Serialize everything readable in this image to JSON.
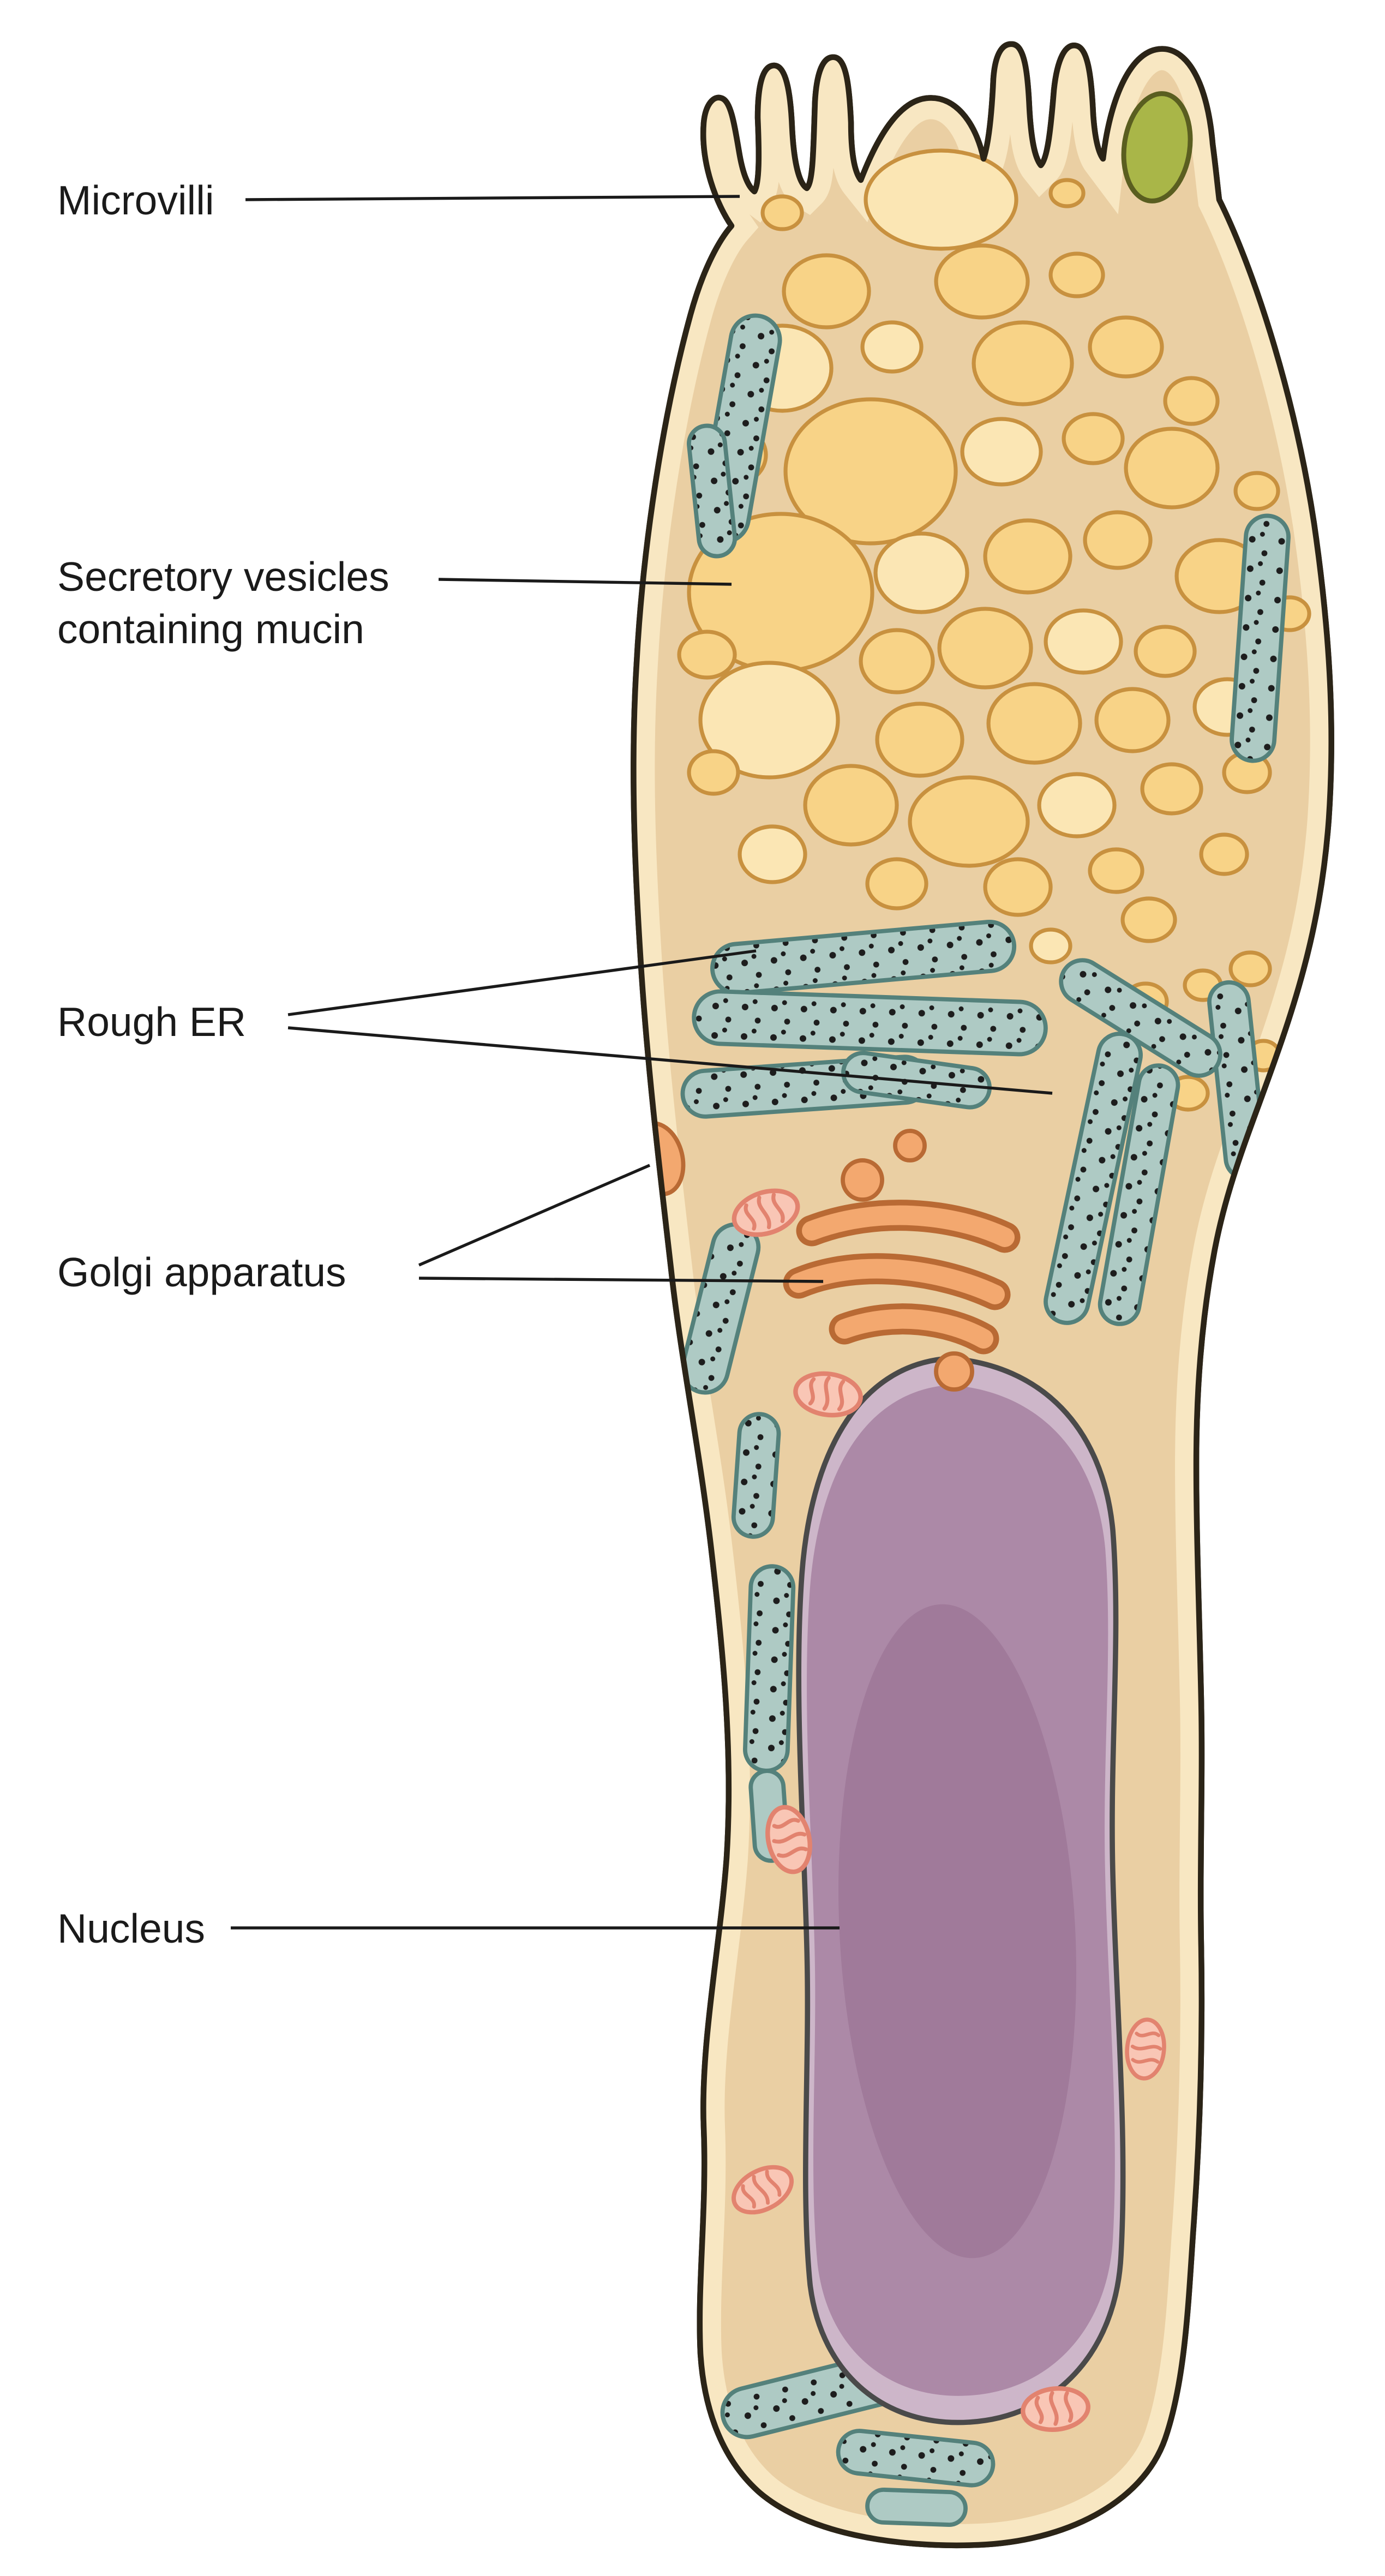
{
  "figure": {
    "labels": {
      "microvilli": "Microvilli",
      "secretory_vesicles_line1": "Secretory vesicles",
      "secretory_vesicles_line2": "containing mucin",
      "rough_er": "Rough ER",
      "golgi_apparatus": "Golgi apparatus",
      "nucleus": "Nucleus"
    },
    "colors": {
      "background": "#ffffff",
      "membrane_outline": "#2b2417",
      "cytoplasm": "#eacfa3",
      "cytoplasm_rim": "#f8e7c2",
      "vesicle_fill": "#f8d387",
      "vesicle_fill_light": "#fbe6b4",
      "vesicle_outline": "#c8913f",
      "rough_er_fill": "#aecac4",
      "rough_er_outline": "#54817b",
      "ribosome_dot": "#1d1d1d",
      "golgi_fill": "#f3a86f",
      "golgi_outline": "#b96a34",
      "mitochondrion_fill": "#f9c6b5",
      "mitochondrion_outline": "#e2836f",
      "nucleus_envelope": "#cdb6c9",
      "nucleus_fill": "#ac89a7",
      "nucleolus_fill": "#9d7898",
      "green_vesicle_fill": "#a9b648",
      "label_text": "#1a1a1a"
    }
  }
}
